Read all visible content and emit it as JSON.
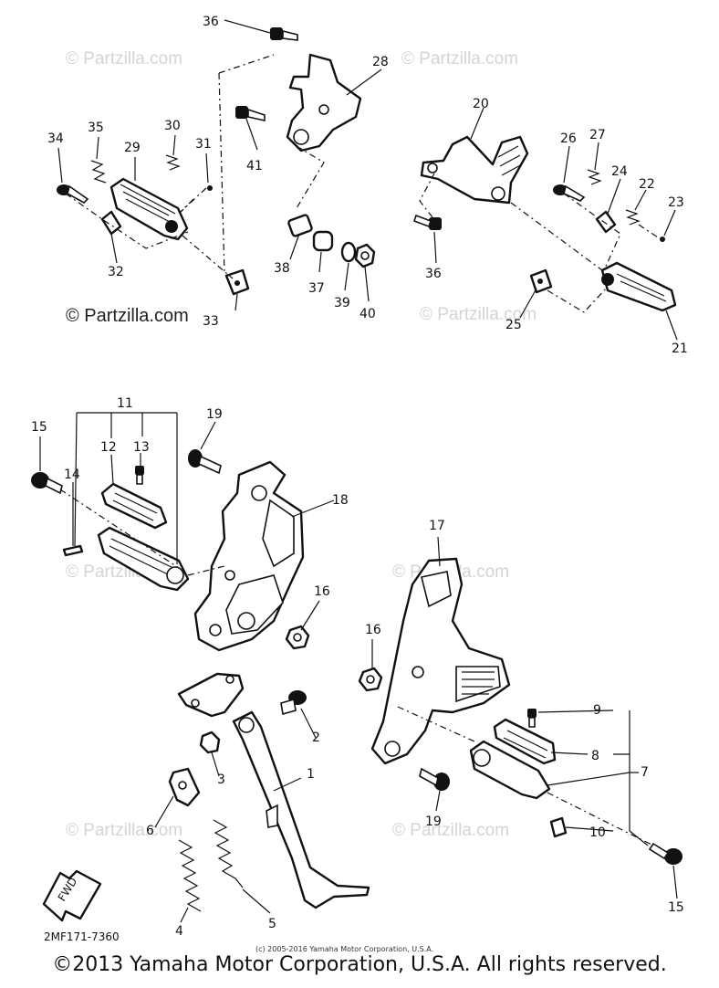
{
  "watermarks": {
    "light": "© Partzilla.com",
    "dark": "© Partzilla.com"
  },
  "diagram_code": "2MF171-7360",
  "small_copyright": "(c) 2005-2016 Yamaha Motor Corporation, U.S.A.",
  "copyright": "©2013 Yamaha Motor Corporation, U.S.A. All rights reserved.",
  "fwd_label": "FWD",
  "callouts": {
    "c1": "1",
    "c2": "2",
    "c3": "3",
    "c4": "4",
    "c5": "5",
    "c6": "6",
    "c7": "7",
    "c8": "8",
    "c9": "9",
    "c10": "10",
    "c11": "11",
    "c12": "12",
    "c13": "13",
    "c14": "14",
    "c15a": "15",
    "c15b": "15",
    "c16a": "16",
    "c16b": "16",
    "c17": "17",
    "c18": "18",
    "c19a": "19",
    "c19b": "19",
    "c20": "20",
    "c21": "21",
    "c22": "22",
    "c23": "23",
    "c24": "24",
    "c25": "25",
    "c26": "26",
    "c27": "27",
    "c28": "28",
    "c29": "29",
    "c30": "30",
    "c31": "31",
    "c32": "32",
    "c33": "33",
    "c34": "34",
    "c35": "35",
    "c36a": "36",
    "c36b": "36",
    "c37": "37",
    "c38": "38",
    "c39": "39",
    "c40": "40",
    "c41": "41"
  }
}
